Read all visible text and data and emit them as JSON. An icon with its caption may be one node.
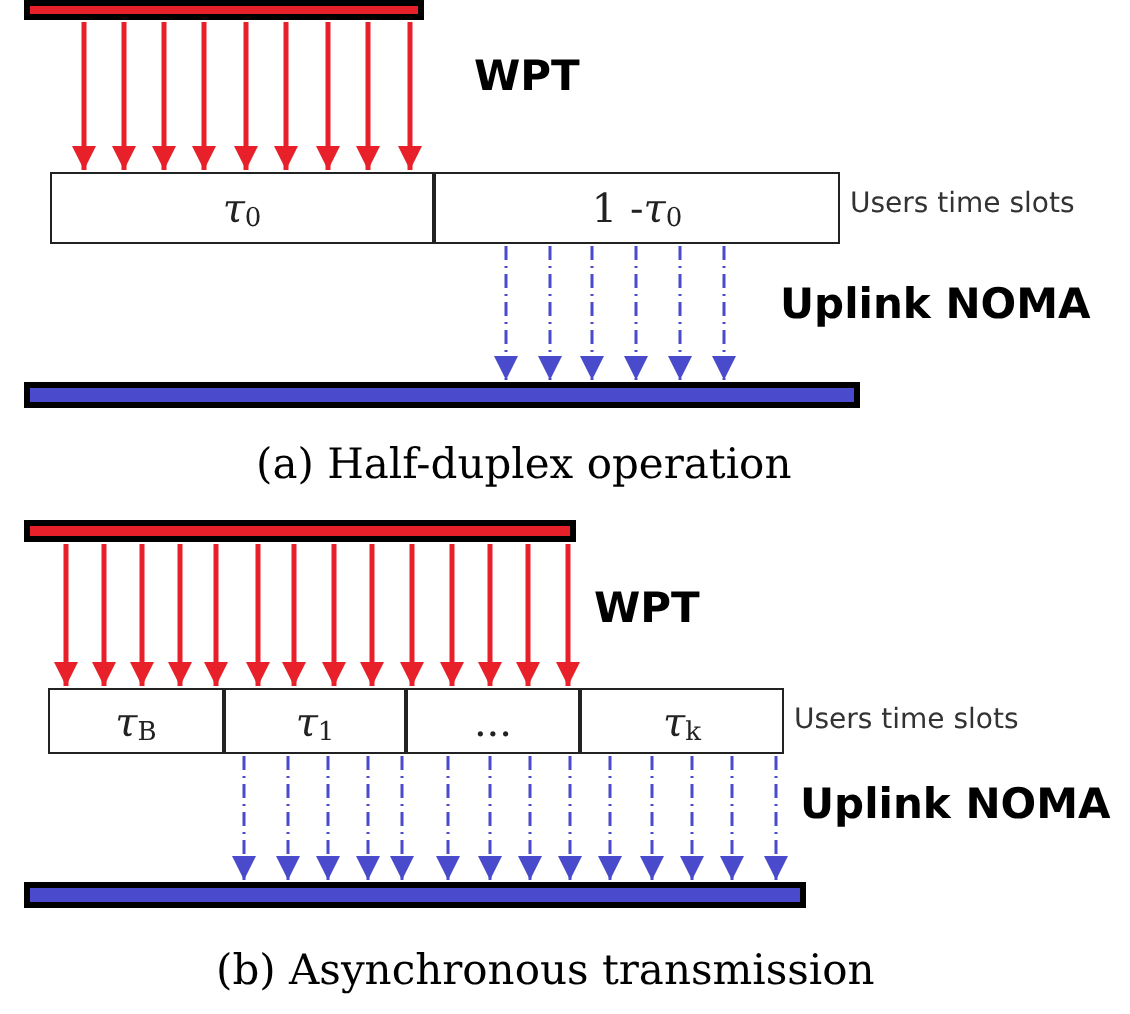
{
  "diagram": {
    "nodes": [
      {
        "text": [],
        "shape": "bar"
      },
      {
        "text": [
          "*τ*$_{0}$"
        ]
      },
      {
        "text": [
          "1 -*τ*$_{0}$"
        ]
      },
      {
        "text": [],
        "shape": "bar"
      },
      {
        "text": [],
        "shape": "bar"
      },
      {
        "text": [
          "*τ*$_{B}$"
        ]
      },
      {
        "text": [
          "*τ*$_{1}$"
        ]
      },
      {
        "text": [
          "..."
        ]
      },
      {
        "text": [
          "*τ*$_{k}$"
        ]
      },
      {
        "text": [],
        "shape": "bar"
      }
    ],
    "edges": [
      {
        "from": 0,
        "to": 1,
        "arrow": "to"
      },
      {
        "from": 0,
        "to": 1,
        "arrow": "to"
      },
      {
        "from": 0,
        "to": 1,
        "arrow": "to"
      },
      {
        "from": 0,
        "to": 1,
        "arrow": "to"
      },
      {
        "from": 0,
        "to": 1,
        "arrow": "to"
      },
      {
        "from": 0,
        "to": 1,
        "arrow": "to"
      },
      {
        "from": 0,
        "to": 1,
        "arrow": "to"
      },
      {
        "from": 0,
        "to": 1,
        "arrow": "to"
      },
      {
        "from": 0,
        "to": 1,
        "arrow": "to"
      },
      {
        "from": 2,
        "to": 3,
        "arrow": "to",
        "style": "dashed",
        "color": "#4a4acc"
      },
      {
        "from": 2,
        "to": 3,
        "arrow": "to",
        "style": "dashed",
        "color": "#4a4acc"
      },
      {
        "from": 2,
        "to": 3,
        "arrow": "to",
        "style": "dashed",
        "color": "#4a4acc"
      },
      {
        "from": 2,
        "to": 3,
        "arrow": "to",
        "style": "dashed",
        "color": "#4a4acc"
      },
      {
        "from": 2,
        "to": 3,
        "arrow": "to",
        "style": "dashed",
        "color": "#4a4acc"
      },
      {
        "from": 2,
        "to": 3,
        "arrow": "to",
        "style": "dashed",
        "color": "#4a4acc"
      },
      {
        "from": 4,
        "to": 5,
        "arrow": "to"
      },
      {
        "from": 4,
        "to": 5,
        "arrow": "to"
      },
      {
        "from": 4,
        "to": 5,
        "arrow": "to"
      },
      {
        "from": 4,
        "to": 5,
        "arrow": "to"
      },
      {
        "from": 4,
        "to": 5,
        "arrow": "to"
      },
      {
        "from": 4,
        "to": 6,
        "arrow": "to"
      },
      {
        "from": 4,
        "to": 6,
        "arrow": "to"
      },
      {
        "from": 4,
        "to": 6,
        "arrow": "to"
      },
      {
        "from": 4,
        "to": 6,
        "arrow": "to"
      },
      {
        "from": 4,
        "to": 7,
        "arrow": "to"
      },
      {
        "from": 4,
        "to": 7,
        "arrow": "to"
      },
      {
        "from": 4,
        "to": 7,
        "arrow": "to"
      },
      {
        "from": 4,
        "to": 7,
        "arrow": "to"
      },
      {
        "from": 4,
        "to": 7,
        "arrow": "to"
      },
      {
        "from": 6,
        "to": 9,
        "arrow": "to",
        "style": "dashed",
        "color": "#4a4acc"
      },
      {
        "from": 6,
        "to": 9,
        "arrow": "to",
        "style": "dashed",
        "color": "#4a4acc"
      },
      {
        "from": 6,
        "to": 9,
        "arrow": "to",
        "style": "dashed",
        "color": "#4a4acc"
      },
      {
        "from": 6,
        "to": 9,
        "arrow": "to",
        "style": "dashed",
        "color": "#4a4acc"
      },
      {
        "from": 6,
        "to": 9,
        "arrow": "to",
        "style": "dashed",
        "color": "#4a4acc"
      },
      {
        "from": 7,
        "to": 9,
        "arrow": "to",
        "style": "dashed",
        "color": "#4a4acc"
      },
      {
        "from": 7,
        "to": 9,
        "arrow": "to",
        "style": "dashed",
        "color": "#4a4acc"
      },
      {
        "from": 7,
        "to": 9,
        "arrow": "to",
        "style": "dashed",
        "color": "#4a4acc"
      },
      {
        "from": 7,
        "to": 9,
        "arrow": "to",
        "style": "dashed",
        "color": "#4a4acc"
      },
      {
        "from": 8,
        "to": 9,
        "arrow": "to",
        "style": "dashed",
        "color": "#4a4acc"
      },
      {
        "from": 8,
        "to": 9,
        "arrow": "to",
        "style": "dashed",
        "color": "#4a4acc"
      },
      {
        "from": 8,
        "to": 9,
        "arrow": "to",
        "style": "dashed",
        "color": "#4a4acc"
      },
      {
        "from": 8,
        "to": 9,
        "arrow": "to",
        "style": "dashed",
        "color": "#4a4acc"
      },
      {
        "from": 8,
        "to": 9,
        "arrow": "to",
        "style": "dashed",
        "color": "#4a4acc"
      }
    ],
    "labels": [
      "WPT",
      "Users time slots",
      "Uplink NOMA",
      "(a) Half-duplex operation",
      "WPT",
      "Users time slots",
      "Uplink NOMA",
      "(b) Asynchronous transmission"
    ]
  }
}
